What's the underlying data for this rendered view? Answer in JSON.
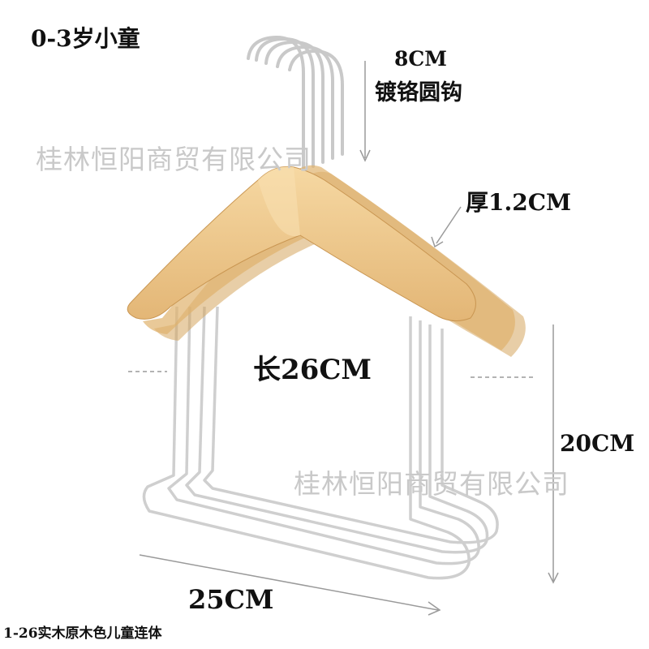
{
  "labels": {
    "age_range": "0-3岁小童",
    "hook_size": "8CM",
    "hook_type": "镀铬圆钩",
    "thickness": "厚1.2CM",
    "length": "长26CM",
    "height": "20CM",
    "width": "25CM",
    "caption": "1-26实木原木色儿童连体"
  },
  "watermarks": [
    "桂林恒阳商贸有限公司",
    "桂林恒阳商贸有限公司"
  ],
  "colors": {
    "wood": "#f0c98a",
    "wood_shadow": "#d6a55e",
    "chrome": "#c8c8c8",
    "dim_line": "#9a9a9a"
  }
}
